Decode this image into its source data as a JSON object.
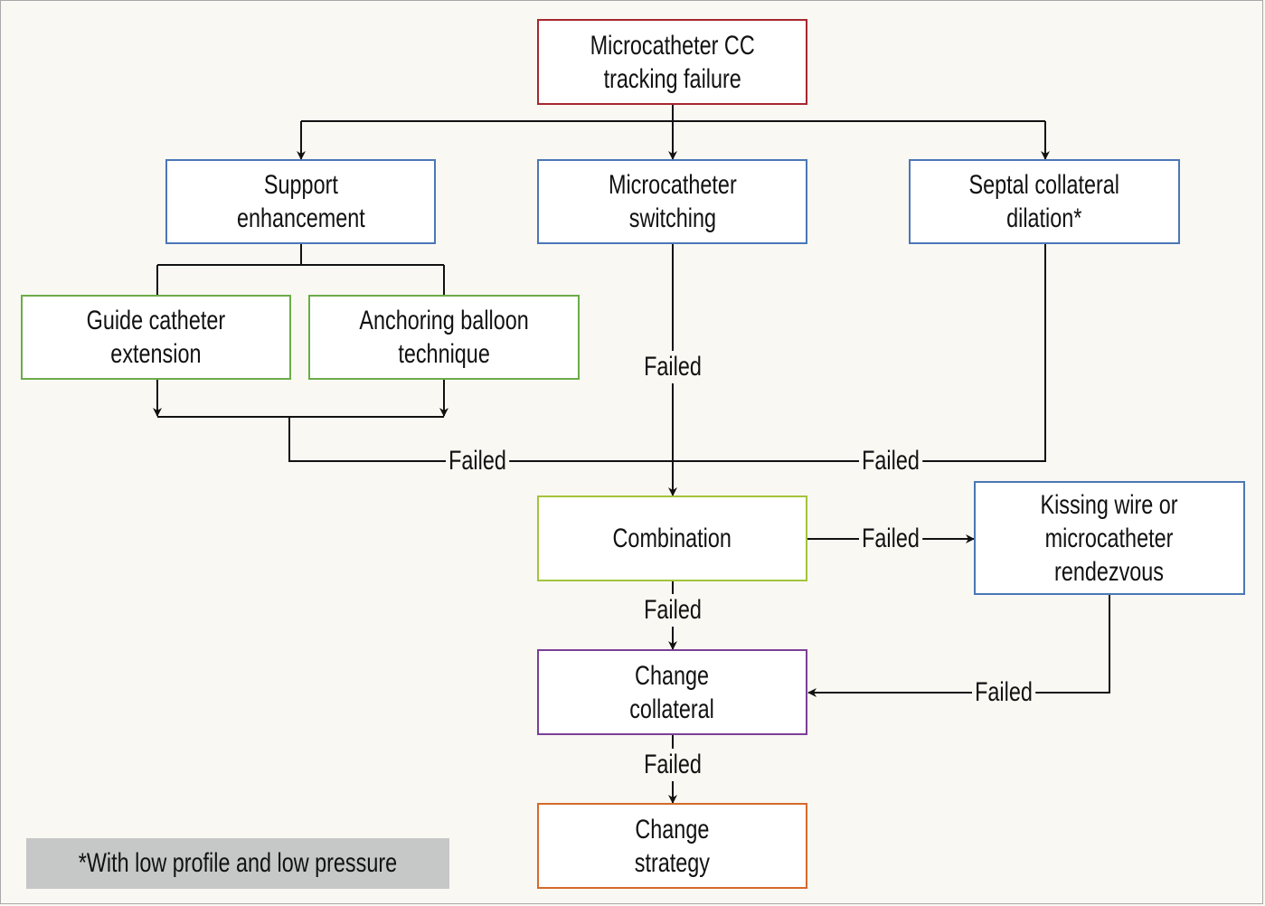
{
  "diagram": {
    "nodes": {
      "root": "Microcatheter CC\ntracking failure",
      "support": "Support\nenhancement",
      "switching": "Microcatheter\nswitching",
      "septal": "Septal collateral\ndilation*",
      "guide": "Guide catheter\nextension",
      "anchoring": "Anchoring balloon\ntechnique",
      "combination": "Combination",
      "kissing": "Kissing wire or\nmicrocatheter\nrendezvous",
      "change_collateral": "Change\ncollateral",
      "change_strategy": "Change\nstrategy"
    },
    "edge_labels": {
      "switching_failed": "Failed",
      "support_failed": "Failed",
      "septal_failed": "Failed",
      "combination_to_kissing": "Failed",
      "combination_to_change": "Failed",
      "kissing_to_change": "Failed",
      "change_to_strategy": "Failed"
    },
    "footnote": "*With low profile and low pressure",
    "colors": {
      "root": "#a5282e",
      "primary": "#4b77b6",
      "support_options": "#6bac48",
      "combination": "#a3c43c",
      "change_collateral": "#7b3f98",
      "change_strategy": "#d56a2a",
      "footnote_bg": "#c6c7c7",
      "background": "#f9f8f3"
    }
  }
}
